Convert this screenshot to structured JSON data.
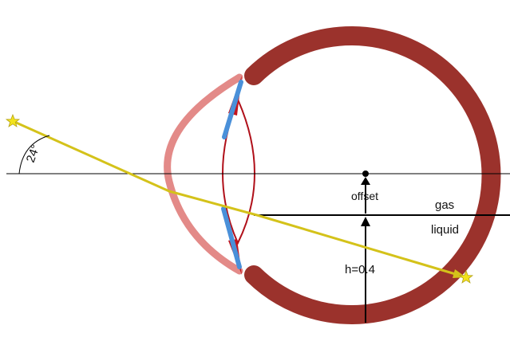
{
  "labels": {
    "angle": "24°",
    "offset": "offset",
    "gas": "gas",
    "liquid": "liquid",
    "height": "h=0.4"
  },
  "colors": {
    "sclera": "#9b322c",
    "cornea": "#e38a88",
    "iris": "#4a90d9",
    "ciliary": "#c4141c",
    "lens": "#b0101a",
    "ray": "#d4c21a",
    "star": "#f2e21c",
    "line": "#000000"
  },
  "icons": {
    "source": "star-icon",
    "image": "star-icon"
  }
}
